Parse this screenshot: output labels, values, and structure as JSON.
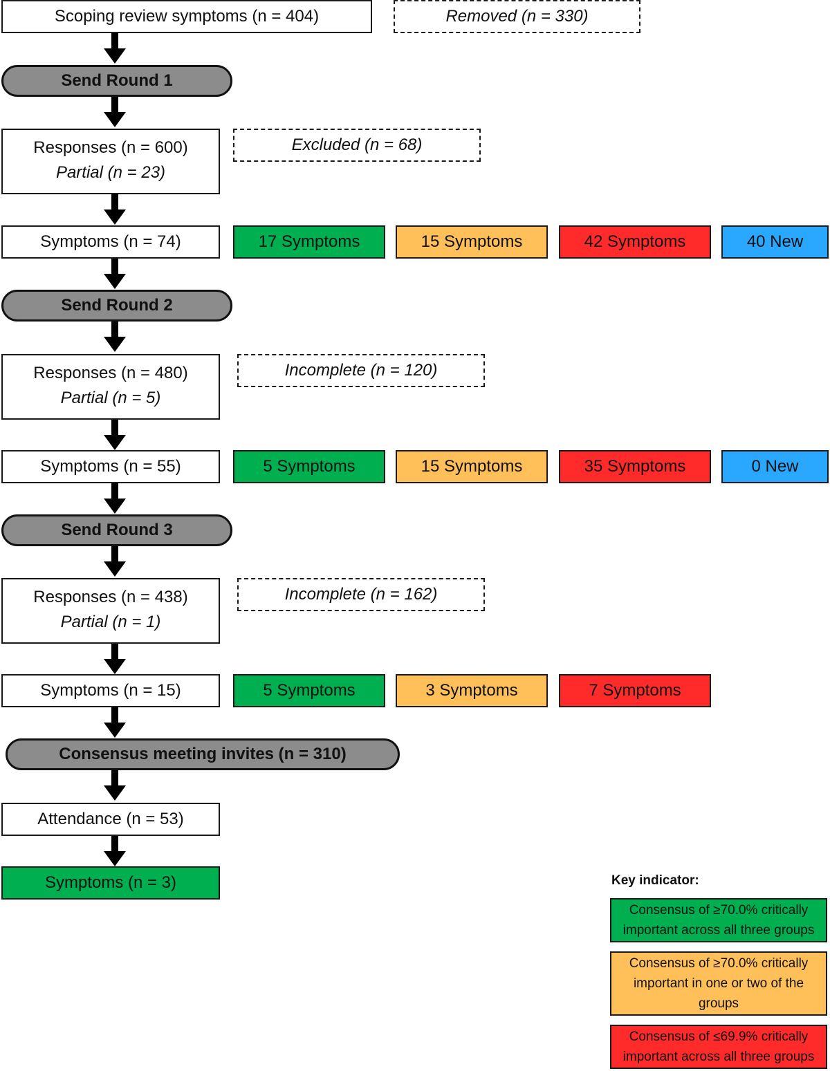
{
  "start": {
    "label": "Scoping review symptoms (n = 404)",
    "removed": "Removed (n = 330)"
  },
  "round1": {
    "send": "Send Round 1",
    "responses": "Responses (n = 600)",
    "partial": "Partial (n = 23)",
    "excluded": "Excluded (n = 68)",
    "symptoms": "Symptoms (n = 74)",
    "green": "17 Symptoms",
    "orange": "15 Symptoms",
    "red": "42 Symptoms",
    "new": "40 New"
  },
  "round2": {
    "send": "Send Round 2",
    "responses": "Responses (n = 480)",
    "partial": "Partial (n = 5)",
    "incomplete": "Incomplete (n = 120)",
    "symptoms": "Symptoms (n = 55)",
    "green": "5 Symptoms",
    "orange": "15 Symptoms",
    "red": "35 Symptoms",
    "new": "0 New"
  },
  "round3": {
    "send": "Send Round 3",
    "responses": "Responses (n = 438)",
    "partial": "Partial (n = 1)",
    "incomplete": "Incomplete (n = 162)",
    "symptoms": "Symptoms (n = 15)",
    "green": "5 Symptoms",
    "orange": "3 Symptoms",
    "red": "7 Symptoms"
  },
  "meeting": {
    "invites": "Consensus meeting invites (n = 310)",
    "attendance": "Attendance (n = 53)",
    "final": "Symptoms (n = 3)"
  },
  "key": {
    "title": "Key indicator:",
    "green": "Consensus of ≥70.0% critically important across all three groups",
    "orange": "Consensus of ≥70.0% critically important in one or two of the groups",
    "red": "Consensus of ≤69.9% critically important across all three groups"
  },
  "colors": {
    "green": "#00b050",
    "orange": "#ffc05a",
    "red": "#ff2a2a",
    "blue": "#2aa8ff",
    "pill": "#8c8c8c"
  }
}
